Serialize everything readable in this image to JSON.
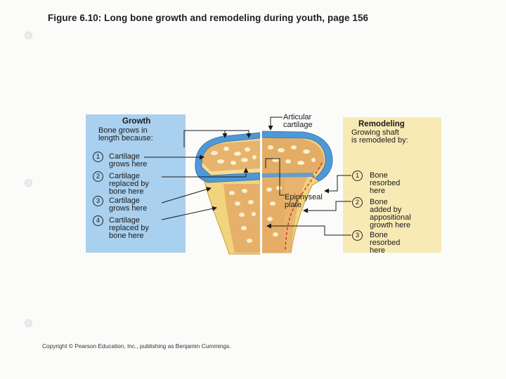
{
  "title": "Figure 6.10: Long bone growth and remodeling during youth, page 156",
  "growth": {
    "heading": "Growth",
    "intro_lines": [
      "Bone grows in",
      "length because:"
    ],
    "steps": [
      {
        "num": "1",
        "lines": [
          "Cartilage",
          "grows here"
        ]
      },
      {
        "num": "2",
        "lines": [
          "Cartilage",
          "replaced by",
          "bone here"
        ]
      },
      {
        "num": "3",
        "lines": [
          "Cartilage",
          "grows here"
        ]
      },
      {
        "num": "4",
        "lines": [
          "Cartilage",
          "replaced by",
          "bone here"
        ]
      }
    ]
  },
  "remodeling": {
    "heading": "Remodeling",
    "intro_lines": [
      "Growing shaft",
      "is remodeled by:"
    ],
    "steps": [
      {
        "num": "1",
        "lines": [
          "Bone",
          "resorbed",
          "here"
        ]
      },
      {
        "num": "2",
        "lines": [
          "Bone",
          "added by",
          "appositional",
          "growth here"
        ]
      },
      {
        "num": "3",
        "lines": [
          "Bone",
          "resorbed",
          "here"
        ]
      }
    ]
  },
  "labels": {
    "articular": [
      "Articular",
      "cartilage"
    ],
    "epiphyseal": [
      "Epiphyseal",
      "plate"
    ]
  },
  "copyright": "Copyright © Pearson Education, Inc., publishing as Benjamin Cummings.",
  "colors": {
    "growth_panel": "#a9d0ef",
    "remodeling_panel": "#f7eab5",
    "bone": "#f0d27a",
    "spongy_bone": "#e7b36a",
    "cartilage": "#4f98d6",
    "marrow": "#fbf4dc",
    "dashed_line": "#d22a2a"
  }
}
